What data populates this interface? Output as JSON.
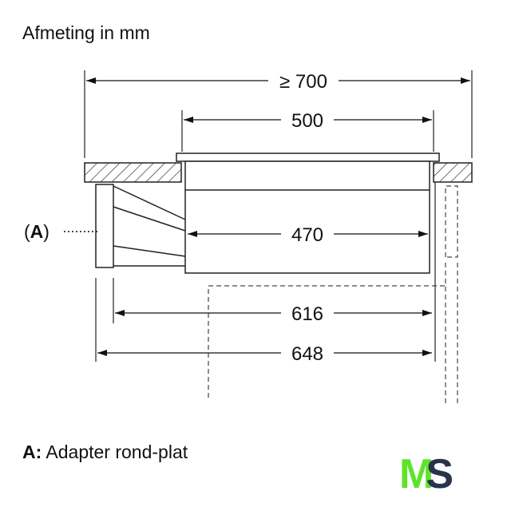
{
  "title": "Afmeting in mm",
  "dimensions": {
    "min_width": "≥ 700",
    "cutout": "500",
    "body": "470",
    "depth_inner": "616",
    "depth_total": "648"
  },
  "callout": {
    "open": "(",
    "letter": "A",
    "close": ")"
  },
  "legend": {
    "key": "A:",
    "text": "Adapter rond-plat"
  },
  "logo": {
    "m": "M",
    "s": "S",
    "m_color": "#5ee32a",
    "s_color": "#27344a"
  }
}
